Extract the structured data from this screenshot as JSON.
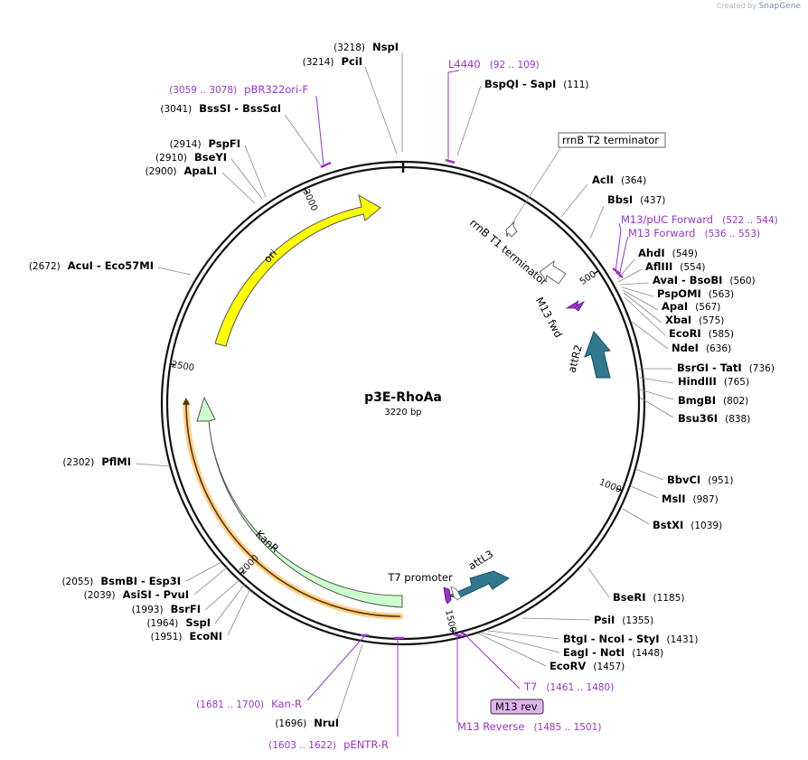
{
  "credit": {
    "prefix": "Created by",
    "brand": "SnapGene"
  },
  "plasmid": {
    "name": "p3E-RhoAa",
    "length": "3220 bp"
  },
  "colors": {
    "primer": "#9933cc",
    "ori": "#ffff00",
    "kanr": "#ccffcc",
    "att": "#31788f"
  },
  "scale": [
    {
      "label": "500",
      "pos": 500
    },
    {
      "label": "1000",
      "pos": 1000
    },
    {
      "label": "1500",
      "pos": 1500
    },
    {
      "label": "2000",
      "pos": 2000
    },
    {
      "label": "2500",
      "pos": 2500
    },
    {
      "label": "3000",
      "pos": 3000
    }
  ],
  "sites": [
    {
      "name": "NspI",
      "pos": "(3218)"
    },
    {
      "name": "PciI",
      "pos": "(3214)"
    },
    {
      "name": "BspQI - SapI",
      "pos": "(111)"
    },
    {
      "name": "AclI",
      "pos": "(364)"
    },
    {
      "name": "BbsI",
      "pos": "(437)"
    },
    {
      "name": "AhdI",
      "pos": "(549)"
    },
    {
      "name": "AflIII",
      "pos": "(554)"
    },
    {
      "name": "AvaI - BsoBI",
      "pos": "(560)"
    },
    {
      "name": "PspOMI",
      "pos": "(563)"
    },
    {
      "name": "ApaI",
      "pos": "(567)"
    },
    {
      "name": "XbaI",
      "pos": "(575)"
    },
    {
      "name": "EcoRI",
      "pos": "(585)"
    },
    {
      "name": "NdeI",
      "pos": "(636)"
    },
    {
      "name": "BsrGI - TatI",
      "pos": "(736)"
    },
    {
      "name": "HindIII",
      "pos": "(765)"
    },
    {
      "name": "BmgBI",
      "pos": "(802)"
    },
    {
      "name": "Bsu36I",
      "pos": "(838)"
    },
    {
      "name": "BbvCI",
      "pos": "(951)"
    },
    {
      "name": "MslI",
      "pos": "(987)"
    },
    {
      "name": "BstXI",
      "pos": "(1039)"
    },
    {
      "name": "BseRI",
      "pos": "(1185)"
    },
    {
      "name": "PsiI",
      "pos": "(1355)"
    },
    {
      "name": "BtgI - NcoI - StyI",
      "pos": "(1431)"
    },
    {
      "name": "EagI - NotI",
      "pos": "(1448)"
    },
    {
      "name": "EcoRV",
      "pos": "(1457)"
    },
    {
      "name": "NruI",
      "pos": "(1696)"
    },
    {
      "name": "EcoNI",
      "pos": "(1951)"
    },
    {
      "name": "SspI",
      "pos": "(1964)"
    },
    {
      "name": "BsrFI",
      "pos": "(1993)"
    },
    {
      "name": "AsiSI - PvuI",
      "pos": "(2039)"
    },
    {
      "name": "BsmBI - Esp3I",
      "pos": "(2055)"
    },
    {
      "name": "PflMI",
      "pos": "(2302)"
    },
    {
      "name": "AcuI - Eco57MI",
      "pos": "(2672)"
    },
    {
      "name": "ApaLI",
      "pos": "(2900)"
    },
    {
      "name": "BseYI",
      "pos": "(2910)"
    },
    {
      "name": "PspFI",
      "pos": "(2914)"
    },
    {
      "name": "BssSI - BssSαI",
      "pos": "(3041)"
    }
  ],
  "primers": [
    {
      "name": "L4440",
      "range": "(92 .. 109)"
    },
    {
      "name": "M13/pUC Forward",
      "range": "(522 .. 544)"
    },
    {
      "name": "M13 Forward",
      "range": "(536 .. 553)"
    },
    {
      "name": "T7",
      "range": "(1461 .. 1480)"
    },
    {
      "name": "M13 rev",
      "range": ""
    },
    {
      "name": "M13 Reverse",
      "range": "(1485 .. 1501)"
    },
    {
      "name": "pENTR-R",
      "range": "(1603 .. 1622)"
    },
    {
      "name": "Kan-R",
      "range": "(1681 .. 1700)"
    },
    {
      "name": "pBR322ori-F",
      "range": "(3059 .. 3078)"
    }
  ],
  "features": [
    {
      "name": "rrnB T2 terminator"
    },
    {
      "name": "rrnB T1 terminator"
    },
    {
      "name": "M13 fwd"
    },
    {
      "name": "attR2"
    },
    {
      "name": "attL3"
    },
    {
      "name": "T7 promoter"
    },
    {
      "name": "KanR"
    },
    {
      "name": "ori"
    }
  ]
}
